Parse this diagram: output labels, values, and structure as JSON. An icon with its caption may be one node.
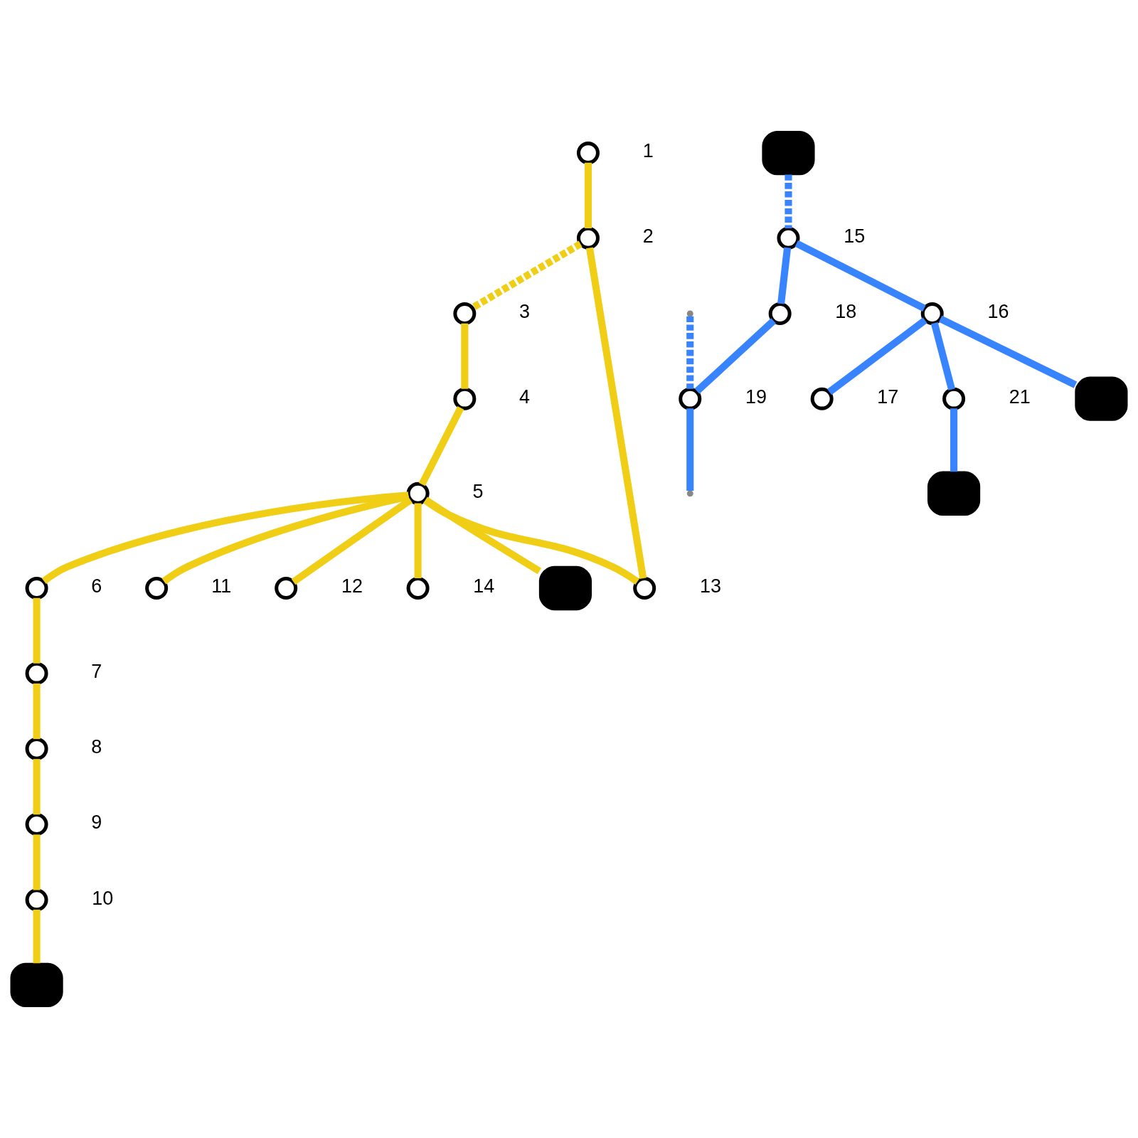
{
  "diagram": {
    "nodes": [
      {
        "text": [],
        "shape": "circle",
        "beside": [
          "1"
        ]
      },
      {
        "text": [],
        "shape": "circle",
        "beside": [
          "2"
        ]
      },
      {
        "text": [],
        "shape": "circle",
        "beside": [
          "3"
        ]
      },
      {
        "text": [],
        "shape": "circle",
        "beside": [
          "4"
        ]
      },
      {
        "text": [],
        "shape": "circle",
        "beside": [
          "5"
        ]
      },
      {
        "text": [],
        "shape": "circle",
        "beside": [
          "6"
        ]
      },
      {
        "text": [],
        "shape": "circle",
        "beside": [
          "7"
        ]
      },
      {
        "text": [],
        "shape": "circle",
        "beside": [
          "8"
        ]
      },
      {
        "text": [],
        "shape": "circle",
        "beside": [
          "9"
        ]
      },
      {
        "text": [],
        "shape": "circle",
        "beside": [
          "10"
        ]
      },
      {
        "text": [],
        "shape": "circle",
        "beside": [
          "11"
        ]
      },
      {
        "text": [],
        "shape": "circle",
        "beside": [
          "12"
        ]
      },
      {
        "text": [],
        "shape": "circle",
        "beside": [
          "13"
        ]
      },
      {
        "text": [],
        "shape": "circle",
        "beside": [
          "14"
        ]
      },
      {
        "text": [],
        "shape": "circle",
        "beside": [
          "15"
        ]
      },
      {
        "text": [],
        "shape": "circle",
        "beside": [
          "16"
        ]
      },
      {
        "text": [],
        "shape": "circle",
        "beside": [
          "17"
        ]
      },
      {
        "text": [],
        "shape": "circle",
        "beside": [
          "18"
        ]
      },
      {
        "text": [],
        "shape": "circle",
        "beside": [
          "19"
        ]
      },
      {
        "text": [],
        "shape": "circle",
        "beside": [
          "21"
        ]
      },
      {
        "text": [],
        "shape": "box"
      },
      {
        "text": [],
        "shape": "box"
      },
      {
        "text": [],
        "shape": "box"
      },
      {
        "text": [],
        "shape": "box"
      },
      {
        "text": [],
        "shape": "box"
      }
    ],
    "edges": [
      {
        "from": 20,
        "to": 14,
        "arrow": "none",
        "style": "dashed",
        "color": "#3884ff"
      },
      {
        "from": 14,
        "to": 17,
        "arrow": "none",
        "color": "#3884ff"
      },
      {
        "from": 17,
        "to": 18,
        "arrow": "none",
        "color": "#3884ff"
      },
      {
        "from": 18,
        "to": null,
        "arrow": "none",
        "color": "#3884ff"
      },
      {
        "from": null,
        "to": 18,
        "arrow": "none",
        "style": "dashed",
        "color": "#3884ff"
      },
      {
        "from": 14,
        "to": 15,
        "arrow": "none",
        "color": "#3884ff"
      },
      {
        "from": 15,
        "to": 16,
        "arrow": "none",
        "color": "#3884ff"
      },
      {
        "from": 15,
        "to": 21,
        "arrow": "none",
        "color": "#3884ff"
      },
      {
        "from": 15,
        "to": 19,
        "arrow": "none",
        "color": "#3884ff"
      },
      {
        "from": 19,
        "to": 22,
        "arrow": "none",
        "color": "#3884ff"
      },
      {
        "from": 0,
        "to": 1,
        "arrow": "none"
      },
      {
        "from": 1,
        "to": 2,
        "arrow": "none",
        "style": "dashed"
      },
      {
        "from": 2,
        "to": 3,
        "arrow": "none"
      },
      {
        "from": 3,
        "to": 4,
        "arrow": "none"
      },
      {
        "from": 4,
        "to": 23,
        "arrow": "none"
      },
      {
        "from": 4,
        "to": 5,
        "arrow": "none"
      },
      {
        "from": 5,
        "to": 6,
        "arrow": "none"
      },
      {
        "from": 6,
        "to": 7,
        "arrow": "none"
      },
      {
        "from": 7,
        "to": 8,
        "arrow": "none"
      },
      {
        "from": 8,
        "to": 9,
        "arrow": "none"
      },
      {
        "from": 9,
        "to": 24,
        "arrow": "none"
      },
      {
        "from": 4,
        "to": 10,
        "arrow": "none"
      },
      {
        "from": 4,
        "to": 13,
        "arrow": "none"
      },
      {
        "from": 4,
        "to": 11,
        "arrow": "none"
      },
      {
        "from": 4,
        "to": 12,
        "arrow": "none"
      },
      {
        "from": 1,
        "to": 12,
        "arrow": "none"
      }
    ]
  }
}
